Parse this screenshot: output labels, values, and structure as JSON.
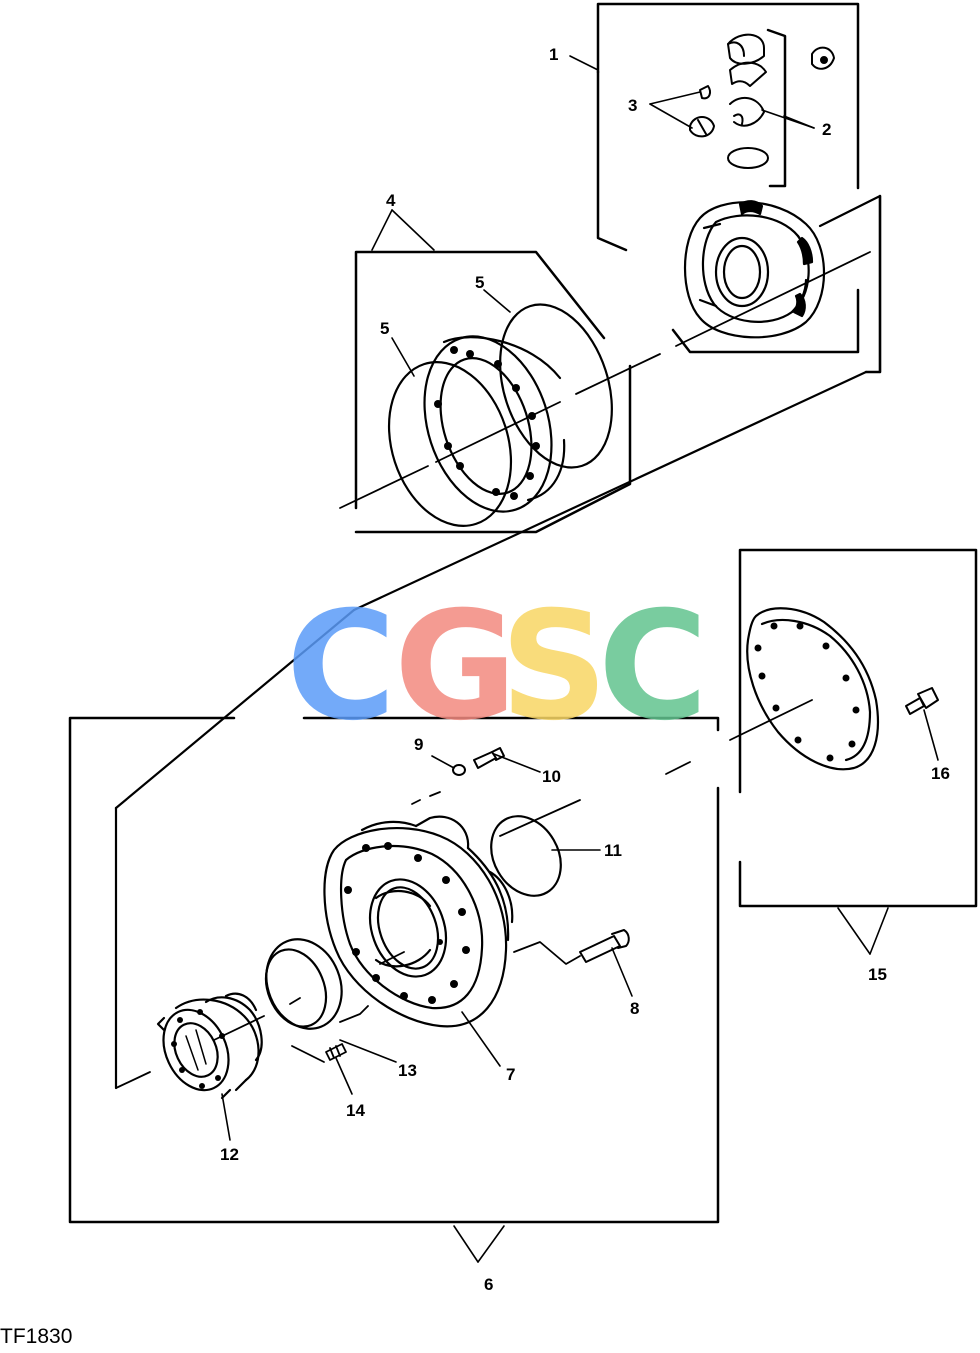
{
  "figure_id": "TF1830",
  "watermark": {
    "letters": [
      {
        "char": "C",
        "color": "#5b9cf8"
      },
      {
        "char": "G",
        "color": "#f38a80"
      },
      {
        "char": "S",
        "color": "#f9d765"
      },
      {
        "char": "C",
        "color": "#62c48f"
      }
    ]
  },
  "callouts": [
    "1",
    "2",
    "3",
    "4",
    "5",
    "5",
    "6",
    "7",
    "8",
    "9",
    "10",
    "11",
    "12",
    "13",
    "14",
    "15",
    "16"
  ],
  "line_color": "#000000"
}
